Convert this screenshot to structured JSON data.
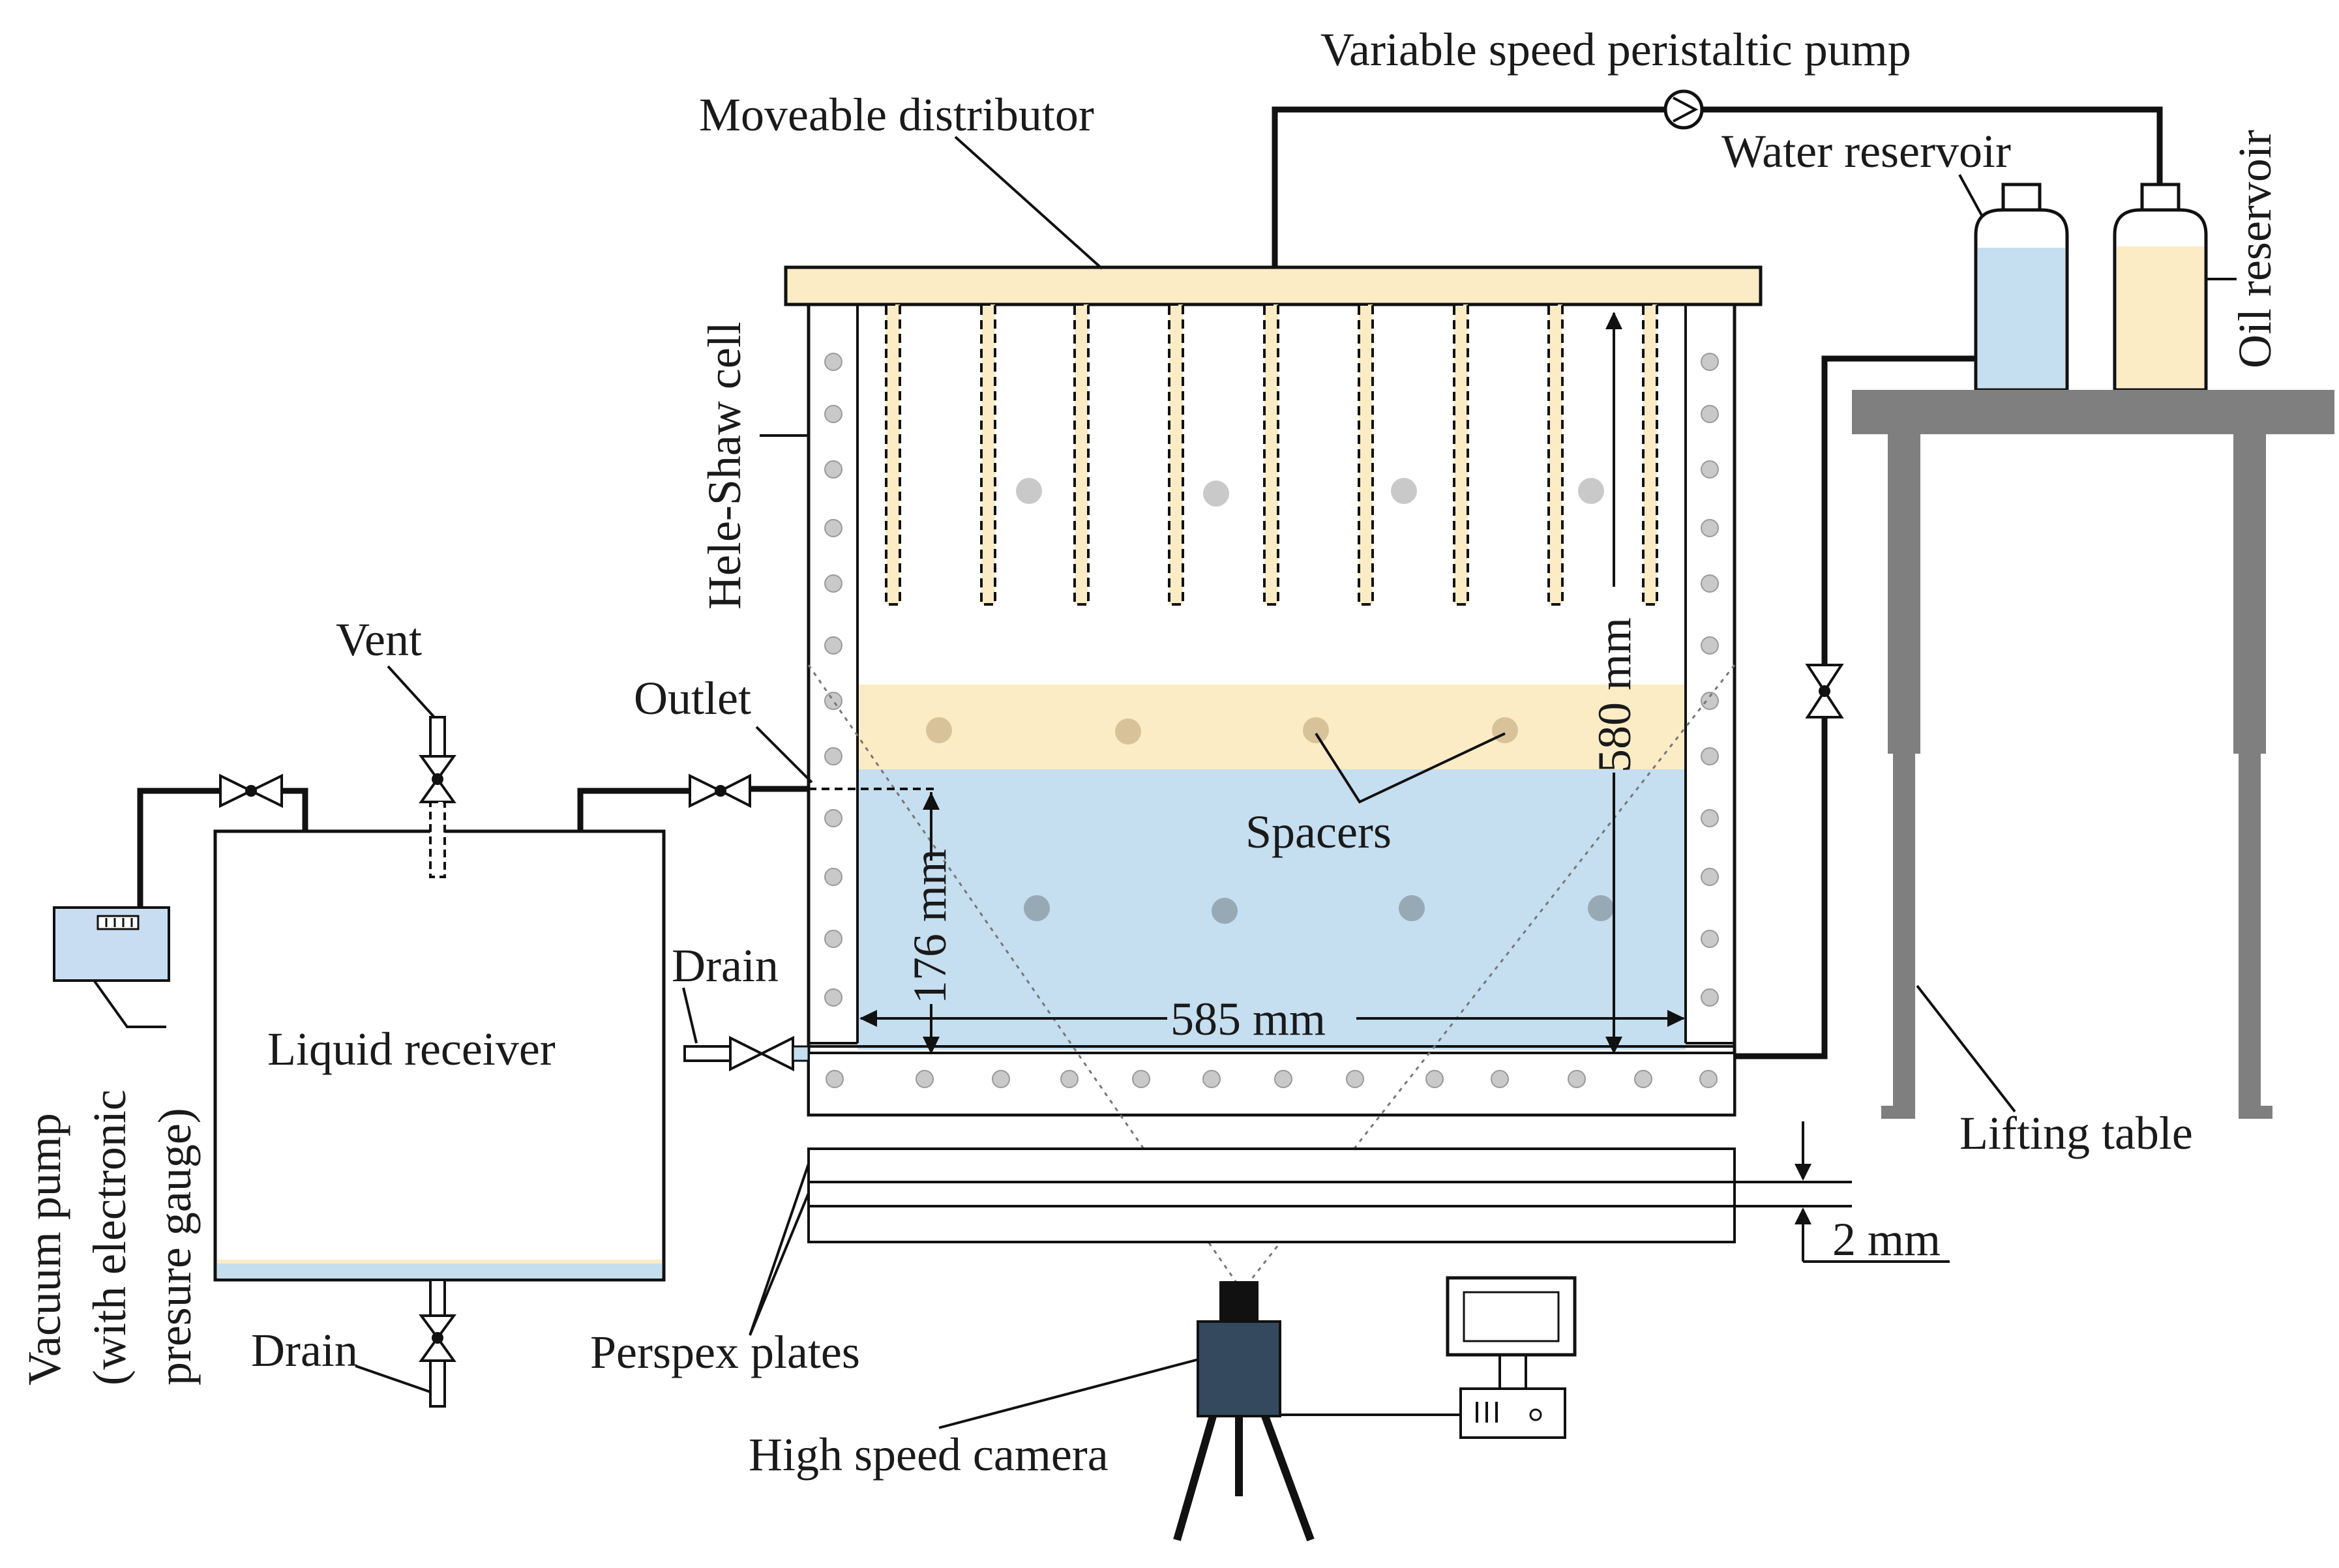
{
  "labels": {
    "pump": "Variable speed peristaltic pump",
    "distributor": "Moveable distributor",
    "water_reservoir": "Water reservoir",
    "oil_reservoir": "Oil reservoir",
    "hele_shaw": "Hele-Shaw cell",
    "vent": "Vent",
    "outlet": "Outlet",
    "spacers": "Spacers",
    "height": "580 mm",
    "level": "176 mm",
    "width": "585 mm",
    "drain_cell": "Drain",
    "drain_receiver": "Drain",
    "receiver": "Liquid receiver",
    "vacuum": [
      "Vacuum pump",
      "(with electronic",
      "presure gauge)"
    ],
    "lifting": "Lifting table",
    "gap": "2 mm",
    "perspex": "Perspex plates",
    "camera": "High speed camera"
  },
  "colors": {
    "oil": "#fbecc6",
    "water": "#c5def0",
    "distributor": "#fbecc6",
    "vacuum_box": "#c8ddf2",
    "camera": "#34495e",
    "table": "#7f7f7f",
    "spacer": "#c9c9c9",
    "line": "#111111"
  }
}
